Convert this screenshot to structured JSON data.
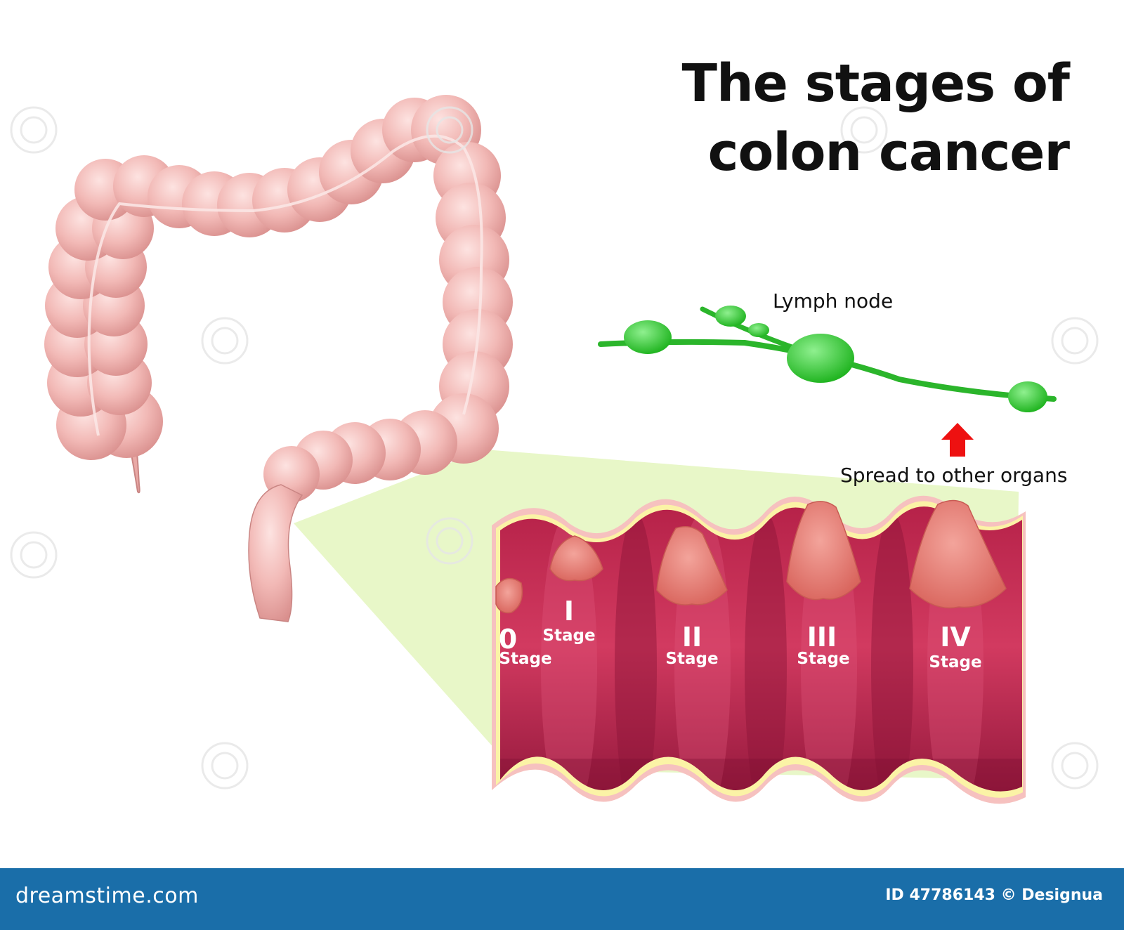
{
  "title": {
    "line1": "The stages of",
    "line2": "colon cancer"
  },
  "labels": {
    "lymph_node": "Lymph node",
    "spread": "Spread to other organs"
  },
  "stages": [
    {
      "numeral": "0",
      "word": "Stage"
    },
    {
      "numeral": "I",
      "word": "Stage"
    },
    {
      "numeral": "II",
      "word": "Stage"
    },
    {
      "numeral": "III",
      "word": "Stage"
    },
    {
      "numeral": "IV",
      "word": "Stage"
    }
  ],
  "footer": {
    "brand": "dreamstime.com",
    "credit": "ID 47786143 © Designua"
  },
  "colors": {
    "colon": "#f2b9b6",
    "colon_shade": "#d98f8d",
    "lumen": "#b8234b",
    "lumen_dark": "#8c1438",
    "fat_layer": "#fbf3a6",
    "outer_wall": "#f6c1bf",
    "tumor": "#e58078",
    "lymph": "#33cc33",
    "arrow": "#ee1111",
    "zoom_cone": "#e8f7c8",
    "footer": "#1a6ea9"
  }
}
